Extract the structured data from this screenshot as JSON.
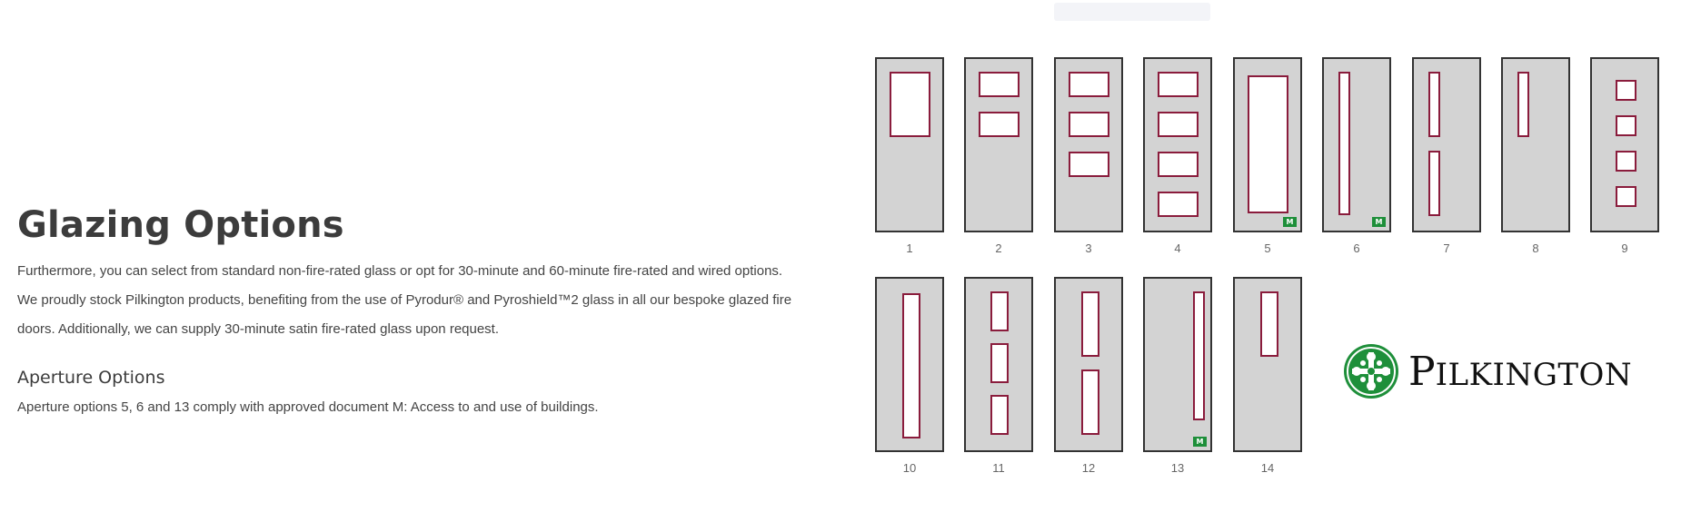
{
  "section": {
    "title": "Glazing Options",
    "paragraph_lines": [
      "Furthermore, you can select from standard non-fire-rated glass or opt for 30-minute and 60-minute fire-rated and wired options.",
      "We proudly stock Pilkington products, benefiting from the use of Pyrodur® and Pyroshield™2 glass in all our bespoke glazed fire",
      "doors. Additionally, we can supply 30-minute satin fire-rated glass upon request."
    ],
    "subtitle": "Aperture Options",
    "subparagraph": "Aperture options 5, 6 and 13 comply with approved document M: Access to and use of buildings."
  },
  "apertures": {
    "badge_label": "M",
    "items": [
      {
        "number": "1",
        "compliant": false
      },
      {
        "number": "2",
        "compliant": false
      },
      {
        "number": "3",
        "compliant": false
      },
      {
        "number": "4",
        "compliant": false
      },
      {
        "number": "5",
        "compliant": true
      },
      {
        "number": "6",
        "compliant": true
      },
      {
        "number": "7",
        "compliant": false
      },
      {
        "number": "8",
        "compliant": false
      },
      {
        "number": "9",
        "compliant": false
      },
      {
        "number": "10",
        "compliant": false
      },
      {
        "number": "11",
        "compliant": false
      },
      {
        "number": "12",
        "compliant": false
      },
      {
        "number": "13",
        "compliant": true
      },
      {
        "number": "14",
        "compliant": false
      }
    ]
  },
  "logo": {
    "first_letter": "P",
    "rest": "ILKINGTON"
  },
  "colors": {
    "door_fill": "#d3d3d3",
    "pane_border": "#8a1c3c",
    "badge_green": "#1e8f3a",
    "logo_green": "#1e8f3a"
  }
}
